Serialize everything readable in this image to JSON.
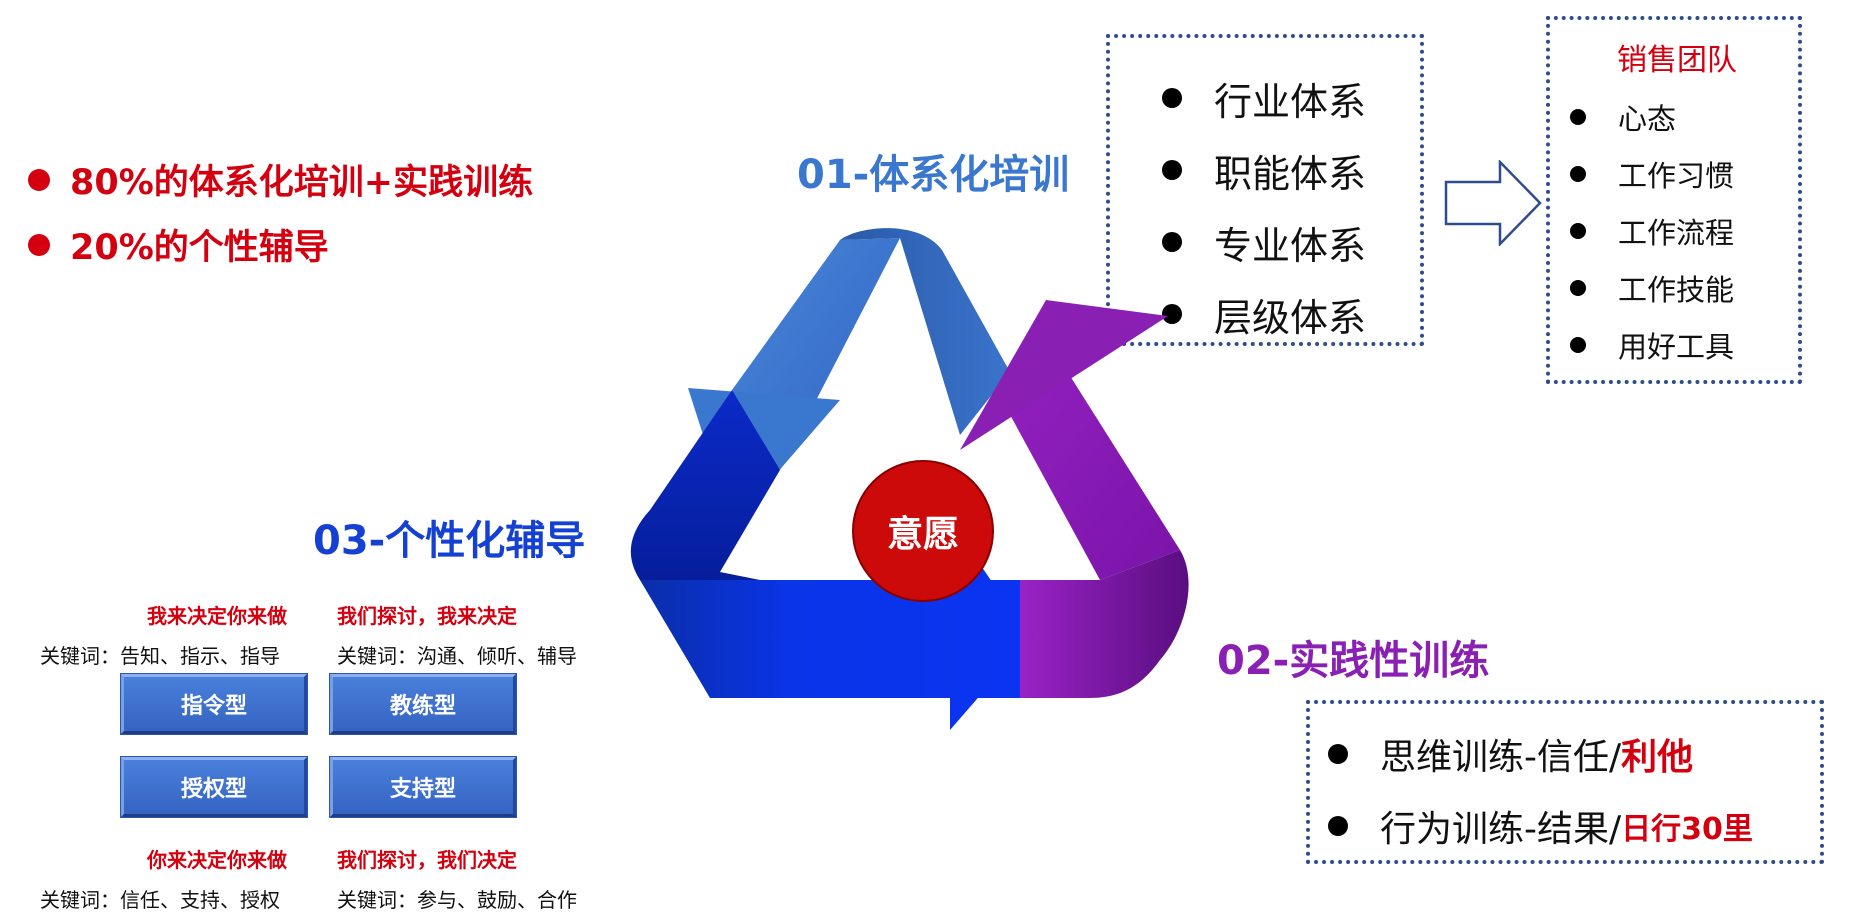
{
  "left_notes": [
    "80%的体系化培训+实践训练",
    "20%的个性辅导"
  ],
  "sections": {
    "s01": {
      "title": "01-体系化培训",
      "color": "#3a78cf"
    },
    "s02": {
      "title": "02-实践性训练",
      "color": "#8a1fb3"
    },
    "s03": {
      "title": "03-个性化辅导",
      "color": "#1540d4"
    }
  },
  "systems_box": {
    "items": [
      "行业体系",
      "职能体系",
      "专业体系",
      "层级体系"
    ]
  },
  "sales_team_box": {
    "title": "销售团队",
    "items": [
      "心态",
      "工作习惯",
      "工作流程",
      "工作技能",
      "用好工具"
    ]
  },
  "center_label": "意愿",
  "practice_box": {
    "rows": [
      {
        "prefix": "思维训练-信任/",
        "highlight": "利他"
      },
      {
        "prefix": "行为训练-结果/",
        "highlight": "日行30里"
      }
    ]
  },
  "coaching": {
    "top_left_caption": "我来决定你来做",
    "top_left_keywords": "关键词：告知、指示、指导",
    "top_right_caption": "我们探讨，我来决定",
    "top_right_keywords": "关键词：沟通、倾听、辅导",
    "buttons": {
      "directive": "指令型",
      "coaching": "教练型",
      "delegating": "授权型",
      "supporting": "支持型"
    },
    "bottom_left_caption": "你来决定你来做",
    "bottom_left_keywords": "关键词：信任、支持、授权",
    "bottom_right_caption": "我们探讨，我们决定",
    "bottom_right_keywords": "关键词：参与、鼓励、合作"
  },
  "colors": {
    "accent_red": "#d4000f",
    "arrow_blue_light": "#3a78cf",
    "arrow_blue_deep": "#0a2fe0",
    "arrow_purple": "#8a1fb3",
    "box_border": "#2f4d8c"
  },
  "icons": [
    "right-arrow-icon",
    "recycle-arrows-icon"
  ]
}
